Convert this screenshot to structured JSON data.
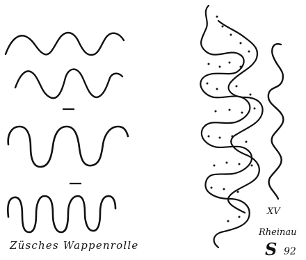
{
  "left_caption": "Züsches Wappenrolle",
  "right_roman": "XV",
  "right_place": "Rheinau",
  "right_mark": "S",
  "right_number": "92",
  "ink_color": "#111111",
  "paper_color": "#ffffff"
}
